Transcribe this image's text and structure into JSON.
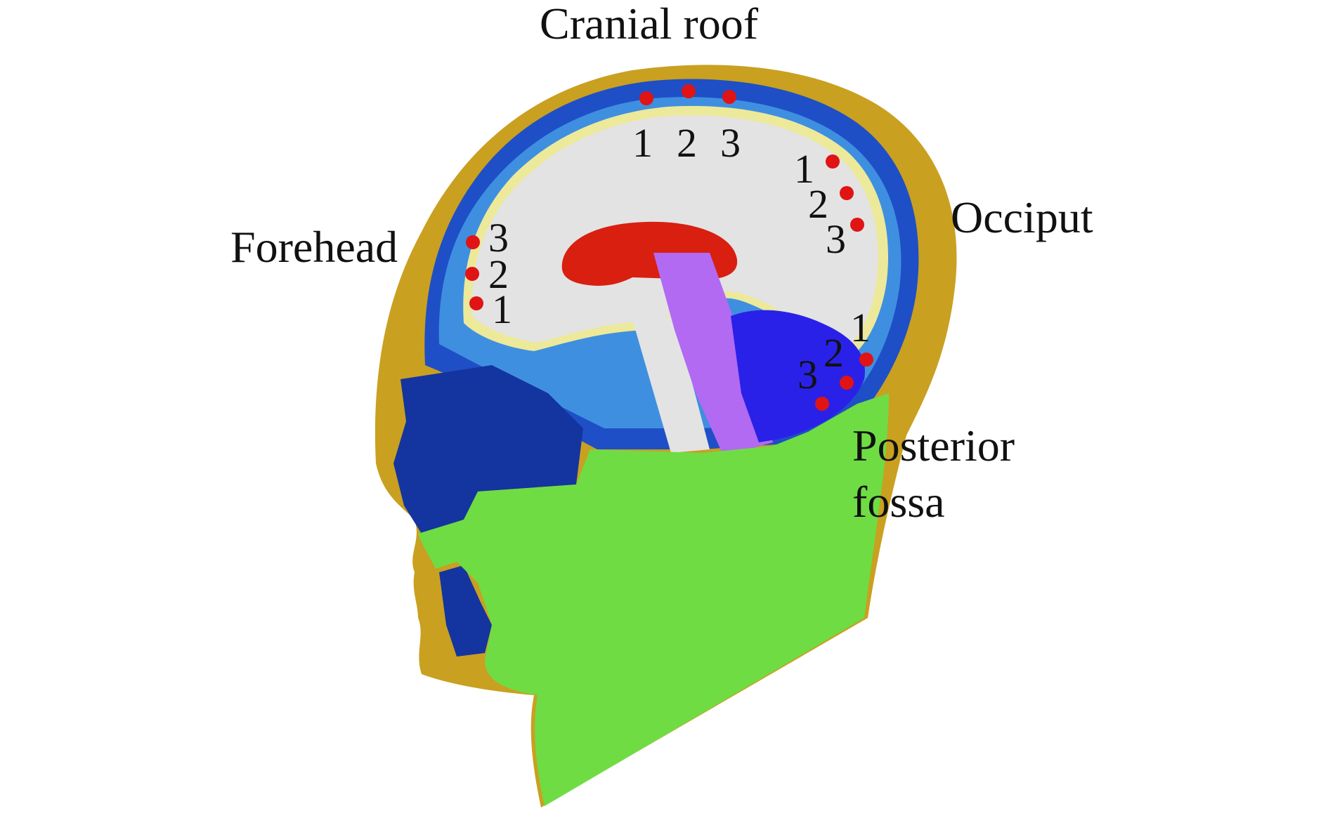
{
  "labels": {
    "cranial_roof": "Cranial roof",
    "forehead": "Forehead",
    "occiput": "Occiput",
    "posterior_fossa_line1": "Posterior",
    "posterior_fossa_line2": "fossa"
  },
  "electrode_numbers": {
    "cranial_roof": [
      "1",
      "2",
      "3"
    ],
    "forehead": [
      "3",
      "2",
      "1"
    ],
    "occiput": [
      "1",
      "2",
      "3"
    ],
    "posterior_fossa": [
      "1",
      "2",
      "3"
    ]
  },
  "colors": {
    "skin": "#c9a020",
    "skull_dark_blue": "#1f4fc6",
    "csf_light_blue": "#3f8fe0",
    "brain_tissue": "#e3e3e3",
    "membrane": "#ece99a",
    "ventricle": "#d81f10",
    "brainstem": "#b26af2",
    "cerebellum": "#2a21e8",
    "cavity_navy": "#14349f",
    "soft_tissue_green": "#6fdc44",
    "electrode": "#e01414"
  }
}
